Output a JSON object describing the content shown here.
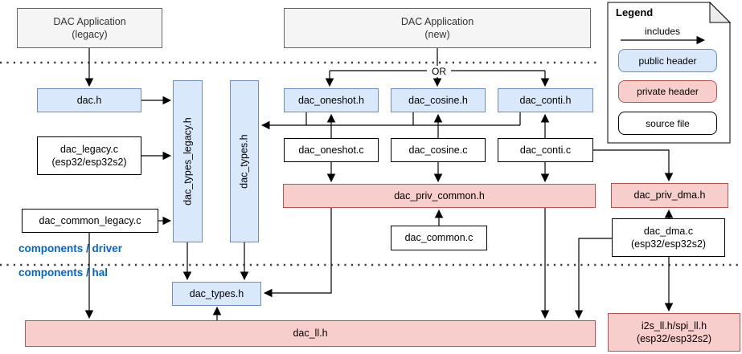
{
  "labels": {
    "or": "OR",
    "driver_section": "components / driver",
    "hal_section": "components / hal"
  },
  "legend": {
    "title": "Legend",
    "includes_label": "includes",
    "items": [
      {
        "label": "public header",
        "type": "public"
      },
      {
        "label": "private header",
        "type": "private"
      },
      {
        "label": "source file",
        "type": "source"
      }
    ]
  },
  "nodes": {
    "app_legacy": "DAC Application\n(legacy)",
    "app_new": "DAC Application\n(new)",
    "dac_h": "dac.h",
    "dac_legacy_c": "dac_legacy.c\n(esp32/esp32s2)",
    "dac_common_legacy_c": "dac_common_legacy.c",
    "dac_types_legacy_h": "dac_types_legacy.h",
    "dac_types_h_driver": "dac_types.h",
    "dac_oneshot_h": "dac_oneshot.h",
    "dac_cosine_h": "dac_cosine.h",
    "dac_conti_h": "dac_conti.h",
    "dac_oneshot_c": "dac_oneshot.c",
    "dac_cosine_c": "dac_cosine.c",
    "dac_conti_c": "dac_conti.c",
    "dac_priv_common_h": "dac_priv_common.h",
    "dac_common_c": "dac_common.c",
    "dac_priv_dma_h": "dac_priv_dma.h",
    "dac_dma_c": "dac_dma.c\n(esp32/esp32s2)",
    "dac_types_h_hal": "dac_types.h",
    "dac_ll_h": "dac_ll.h",
    "i2s_spi_ll_h": "i2s_ll.h/spi_ll.h\n(esp32/esp32s2)"
  },
  "colors": {
    "public_fill": "#dae8fc",
    "public_stroke": "#6c8ebf",
    "private_fill": "#f8cecc",
    "private_stroke": "#b85450",
    "app_fill": "#f5f5f5",
    "app_stroke": "#666666",
    "section_label": "#0066cc"
  }
}
